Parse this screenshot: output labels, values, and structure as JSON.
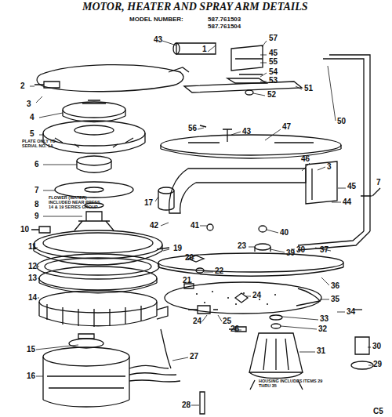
{
  "diagram": {
    "title": "MOTOR, HEATER AND SPRAY ARM DETAILS",
    "labels": [
      "MODEL NUMBER:",
      "587.761503",
      "587.761504",
      "43",
      "1",
      "57",
      "45",
      "55",
      "54",
      "53",
      "52",
      "51",
      "50",
      "2",
      "3",
      "4",
      "5",
      "PLATE ONLY TO SERIAL NO. 1A",
      "56",
      "43",
      "47",
      "6",
      "7",
      "8",
      "FLOWER (WATER) INCLUDED NEAR PRESS 14 & 19 SERIES GROUP",
      "9",
      "10",
      "17",
      "46",
      "3",
      "45",
      "7",
      "44",
      "42",
      "41",
      "40",
      "23",
      "39",
      "30",
      "37",
      "11",
      "19",
      "20",
      "22",
      "21",
      "12",
      "13",
      "36",
      "14",
      "35",
      "34",
      "24",
      "25",
      "24",
      "33",
      "32",
      "26",
      "31",
      "15",
      "27",
      "30",
      "29",
      "16",
      "HOUSING INCLUDES ITEMS 29 THRU 35",
      "28",
      "C5"
    ]
  }
}
